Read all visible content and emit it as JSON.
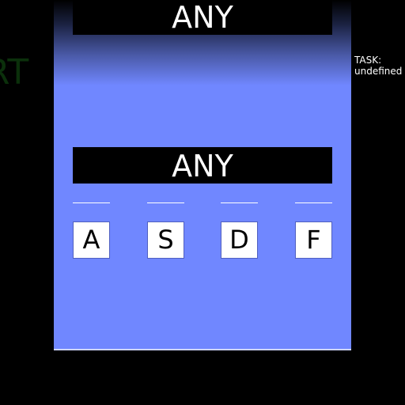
{
  "background": {
    "label": "RT",
    "label_color": "#0b300b"
  },
  "task": {
    "text": "TASK: undefined"
  },
  "panel": {
    "color": "#7087ff"
  },
  "banners": {
    "top": "ANY",
    "middle": "ANY"
  },
  "keys": [
    {
      "label": "A"
    },
    {
      "label": "S"
    },
    {
      "label": "D"
    },
    {
      "label": "F"
    }
  ]
}
